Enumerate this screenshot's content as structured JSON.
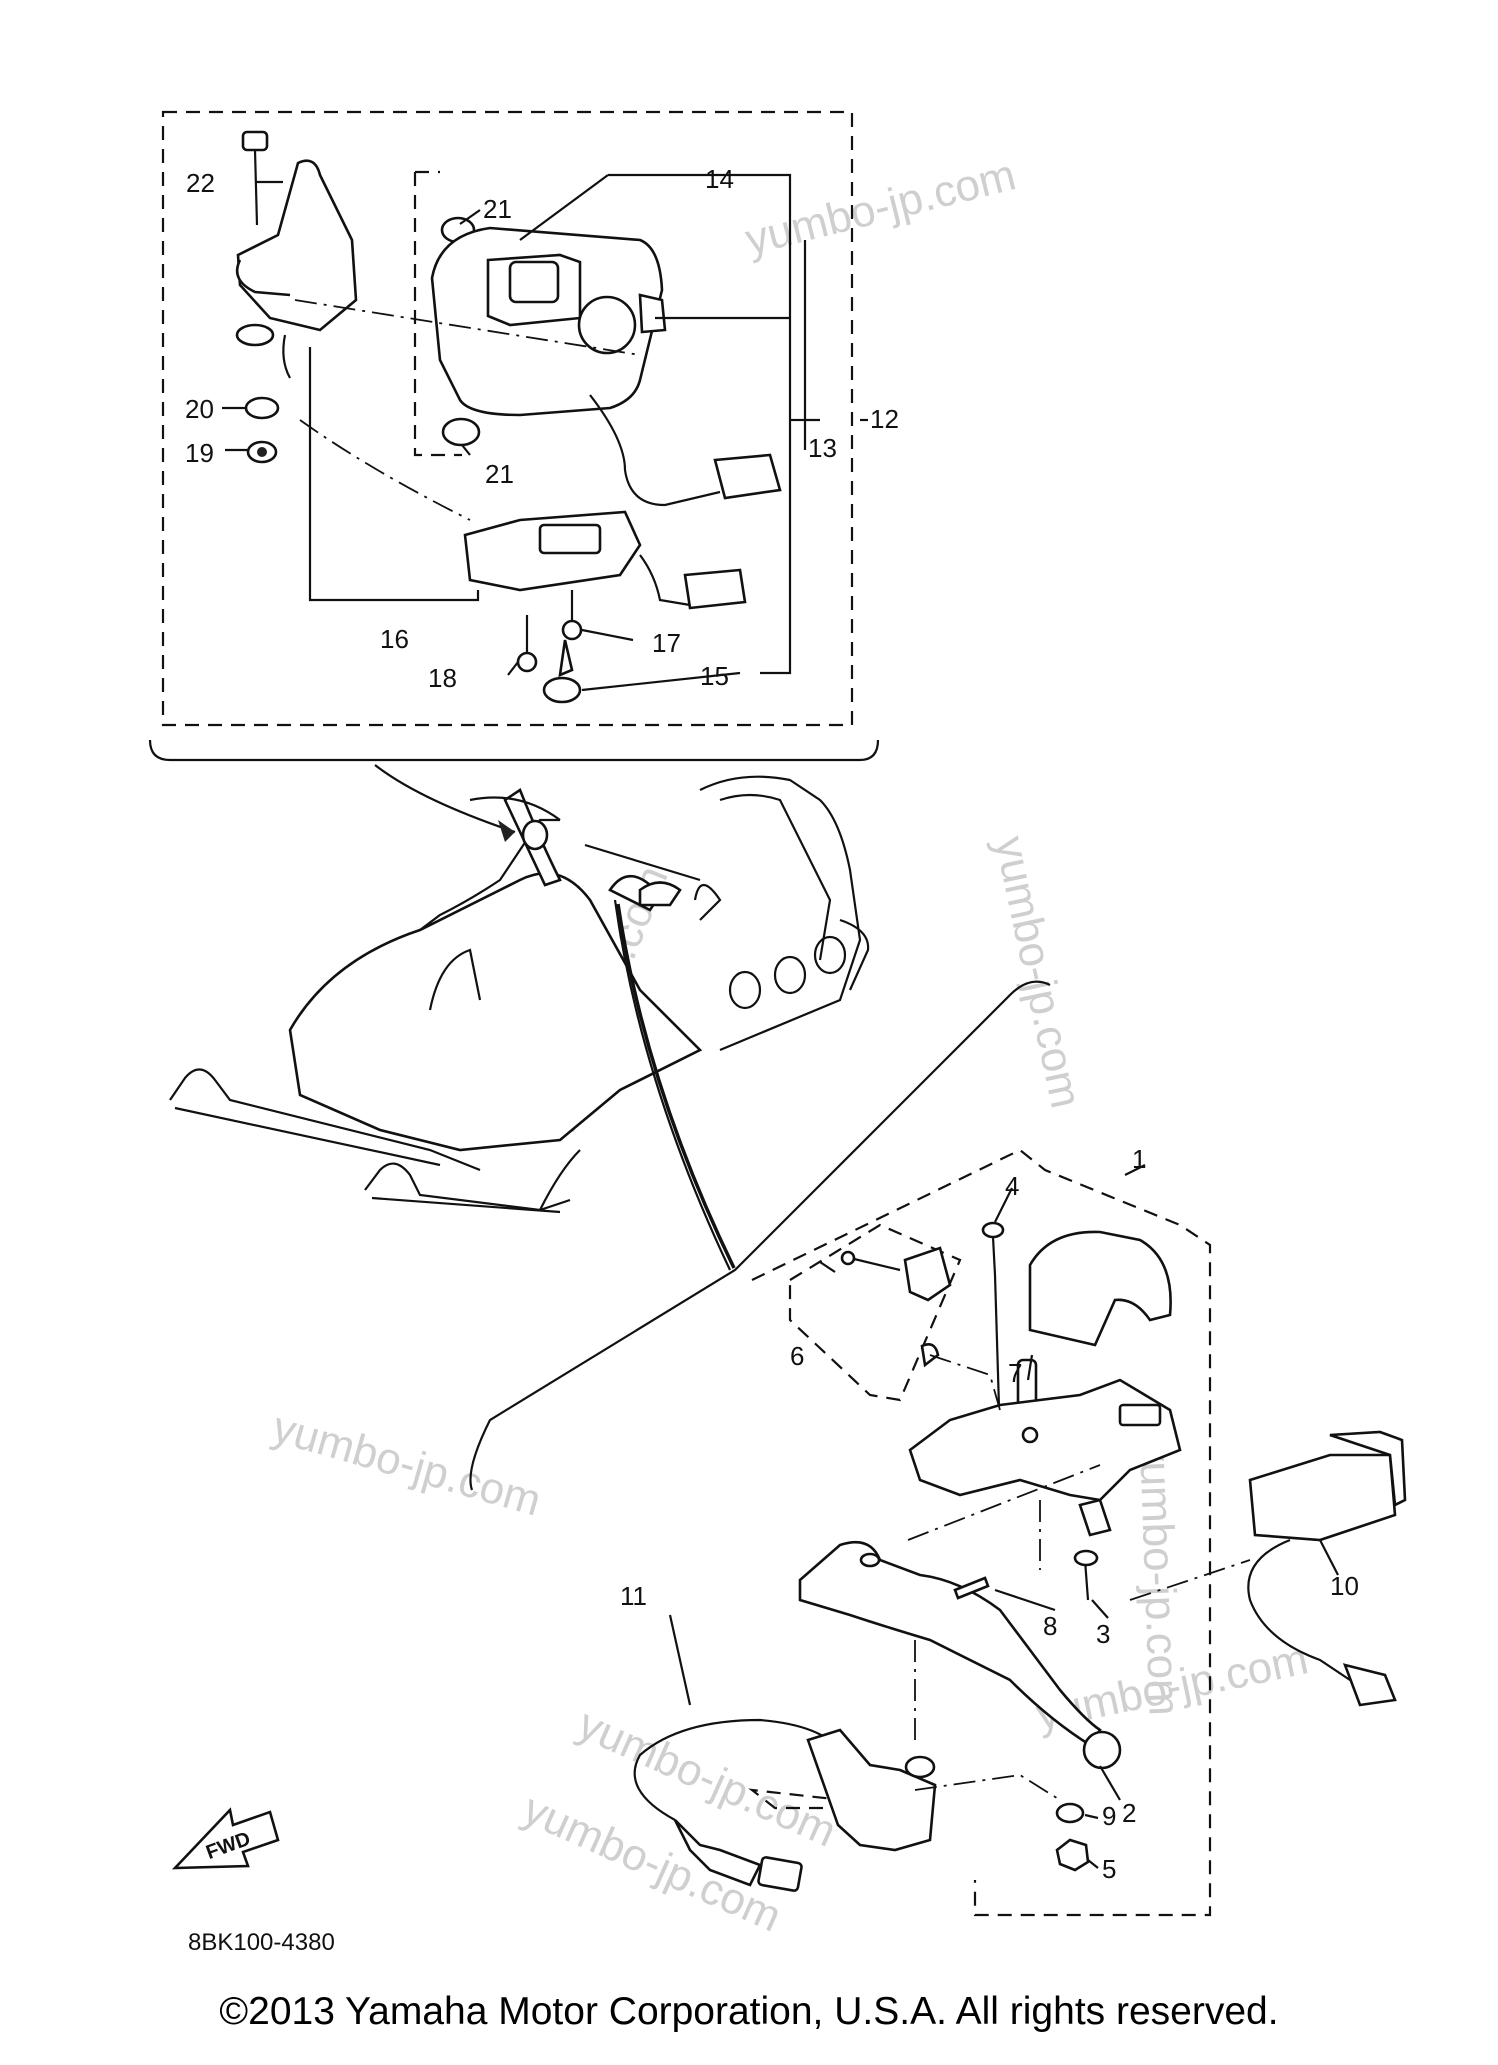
{
  "diagram": {
    "drawing_code": "8BK100-4380",
    "fwd_label": "FWD",
    "watermark": "yumbo-jp.com",
    "callouts": [
      "1",
      "2",
      "3",
      "4",
      "5",
      "6",
      "7",
      "8",
      "9",
      "10",
      "11",
      "12",
      "13",
      "14",
      "15",
      "16",
      "17",
      "18",
      "19",
      "20",
      "21",
      "21",
      "22"
    ]
  },
  "footer": {
    "copyright": "©2013 Yamaha Motor Corporation, U.S.A. All rights reserved."
  }
}
